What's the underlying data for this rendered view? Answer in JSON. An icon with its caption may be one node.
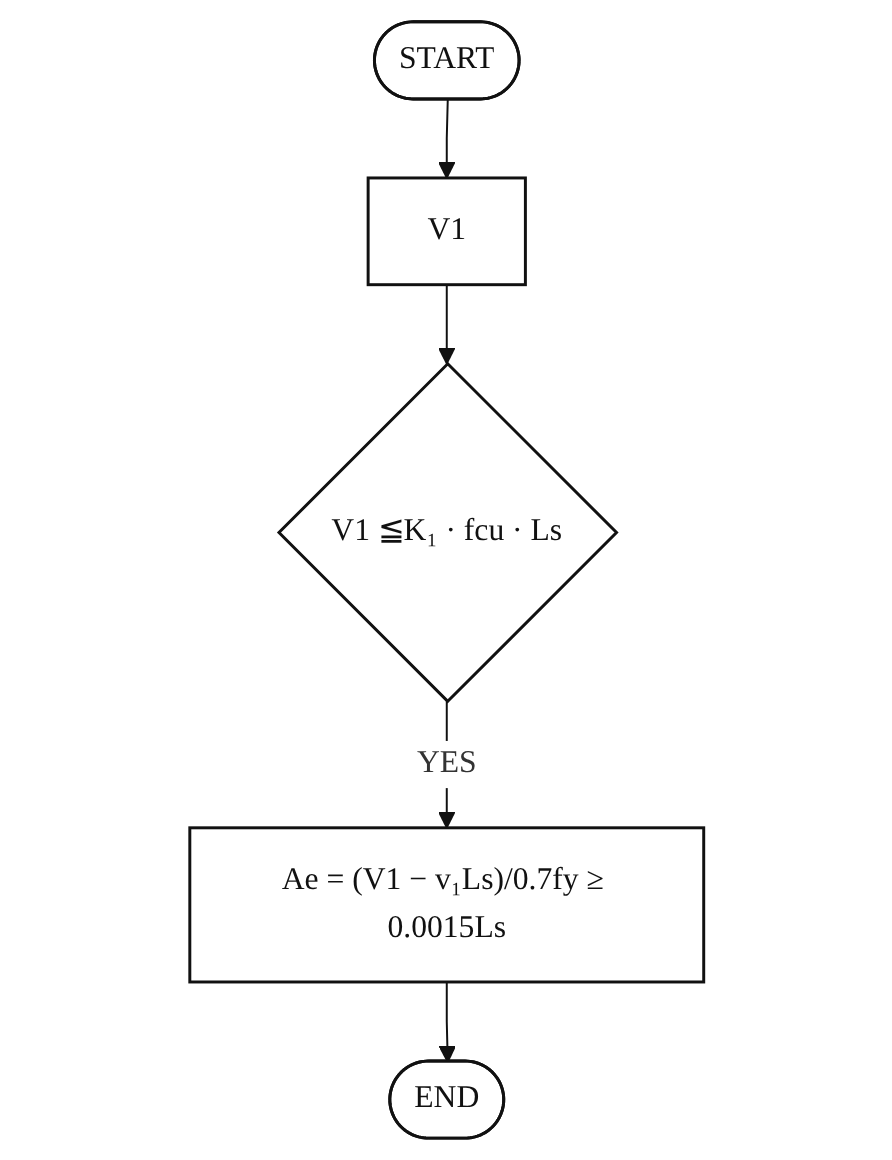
{
  "diagram": {
    "nodes": [
      {
        "text": [
          "START"
        ]
      },
      {
        "text": [
          "V1"
        ]
      },
      {
        "text": [
          "V1 ≦K₁ · fcu · Ls"
        ]
      },
      {
        "text": [
          "Ae = (V1 − v₁Ls)/0.7fy ≥ 0.0015Ls"
        ]
      },
      {
        "text": [
          "END"
        ]
      }
    ],
    "edges": [
      {
        "from": 0,
        "to": 1,
        "arrow": "to"
      },
      {
        "from": 1,
        "to": 2,
        "arrow": "to"
      },
      {
        "from": 2,
        "to": 3,
        "arrow": "to",
        "label": "YES"
      },
      {
        "from": 3,
        "to": 4,
        "arrow": "to"
      }
    ]
  }
}
